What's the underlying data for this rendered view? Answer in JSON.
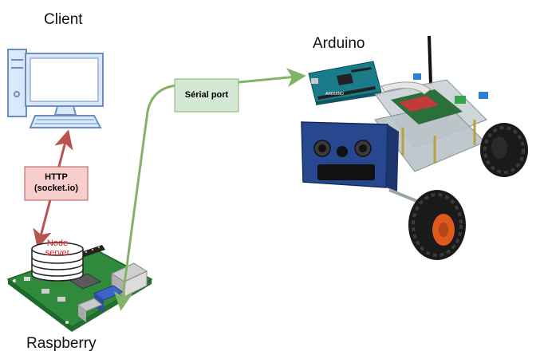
{
  "labels": {
    "client": "Client",
    "arduino": "Arduino",
    "raspberry": "Raspberry"
  },
  "http_box": {
    "line1": "HTTP",
    "line2": "(socket.io)",
    "fill": "#f8cecc",
    "stroke": "#b85450"
  },
  "serial_box": {
    "label": "Sérial port",
    "fill": "#d5e8d4",
    "stroke": "#82b366"
  },
  "node_server": {
    "line1": "Node",
    "line2": "server"
  },
  "colors": {
    "http_arrow": "#b85450",
    "serial_arrow": "#82b366",
    "computer_icon": "#6c8ebf",
    "computer_fill": "#dae8fc",
    "node_text": "#e02020"
  },
  "icons": {
    "client": "desktop-computer-icon",
    "raspberry": "raspberry-pi-board",
    "arduino": "arduino-board",
    "robot": "robot-car"
  }
}
